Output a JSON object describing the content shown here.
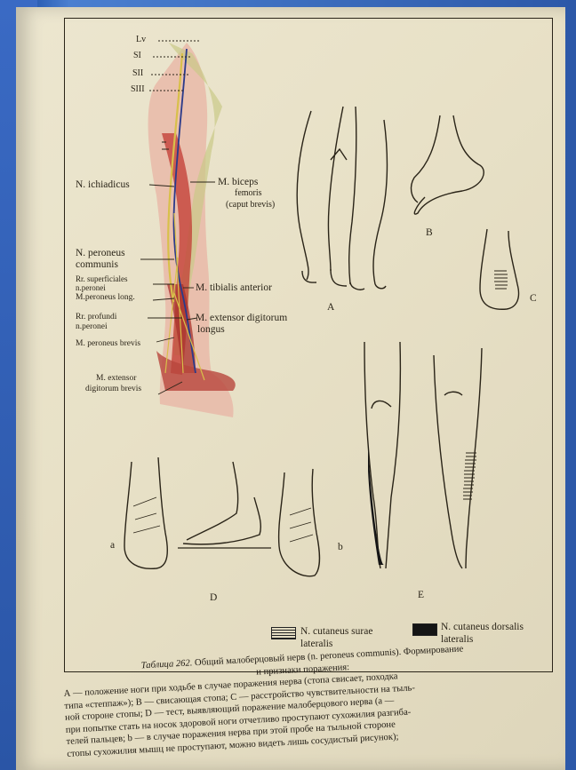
{
  "spine_labels": [
    "Lv",
    "SI",
    "SII",
    "SIII"
  ],
  "left_labels": [
    "N. ichiadicus",
    "N. peroneus",
    "communis",
    "Rr. superficiales",
    "n.peronei",
    "M.peroneus long.",
    "Rr. profundi",
    "n.peronei",
    "M. peroneus brevis",
    "M. extensor",
    "digitorum brevis"
  ],
  "right_labels": [
    "M. biceps",
    "femoris",
    "(caput brevis)",
    "M. tibialis anterior",
    "M. extensor digitorum",
    "longus"
  ],
  "figure_letters": {
    "a_upper": "A",
    "b_upper": "B",
    "c": "C",
    "d": "D",
    "e": "E",
    "a_lower": "a",
    "b_lower": "b"
  },
  "legend": {
    "hatched": [
      "N. cutaneus surae",
      "lateralis"
    ],
    "solid": [
      "N. cutaneus dorsalis",
      "lateralis"
    ]
  },
  "caption": {
    "title_italic": "Таблица 262.",
    "title_rest": " Общий малоберцовый нерв (n. peroneus communis). Формирование",
    "title_line2": "и признаки поражения:",
    "lines": [
      "А — положение ноги при ходьбе в случае поражения нерва (стопа свисает, походка",
      "типа «степпаж»); В — свисающая стопа; С — расстройство чувствительности на тыль-",
      "ной стороне стопы; D — тест, выявляющий поражение малоберцового нерва (а —",
      "при попытке стать на носок здоровой ноги отчетливо проступают сухожилия разгиба-",
      "телей пальцев; b — в случае поражения нерва при этой пробе на тыльной стороне",
      "стопы сухожилия мышц не проступают, можно видеть лишь сосудистый рисунок);"
    ]
  },
  "colors": {
    "page": "#e8e1c7",
    "ink": "#2a2418",
    "background_blue": "#2c58a8",
    "muscle_red": "#c23a32",
    "nerve_yellow": "#d8c04a",
    "leg_pink": "#e9b7a6"
  }
}
